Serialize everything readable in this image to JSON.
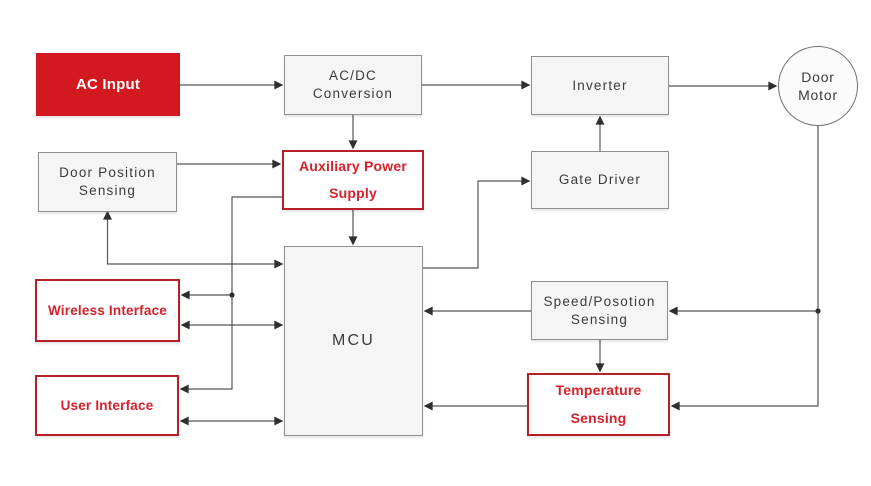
{
  "colors": {
    "solid_red": "#d2191f",
    "outline_red": "#b32025",
    "red_text": "#d6212a",
    "gray_fill": "#f5f5f5",
    "gray_border": "#8f8f8f",
    "gray_text": "#3b3b3b",
    "line": "#555555",
    "arrow": "#2f2f2f"
  },
  "nodes": {
    "ac_input": {
      "label": "AC Input"
    },
    "acdc_conversion": {
      "lines": [
        "AC/DC",
        "Conversion"
      ]
    },
    "inverter": {
      "label": "Inverter"
    },
    "door_motor": {
      "lines": [
        "Door",
        "Motor"
      ]
    },
    "door_position_sensing": {
      "lines": [
        "Door Position",
        "Sensing"
      ]
    },
    "auxiliary_power_supply": {
      "lines": [
        "Auxiliary Power",
        "Supply"
      ]
    },
    "gate_driver": {
      "label": "Gate Driver"
    },
    "mcu": {
      "label": "MCU"
    },
    "wireless_interface": {
      "label": "Wireless Interface"
    },
    "user_interface": {
      "label": "User Interface"
    },
    "speed_position_sensing": {
      "lines": [
        "Speed/Posotion",
        "Sensing"
      ]
    },
    "temperature_sensing": {
      "lines": [
        "Temperature",
        "Sensing"
      ]
    }
  }
}
